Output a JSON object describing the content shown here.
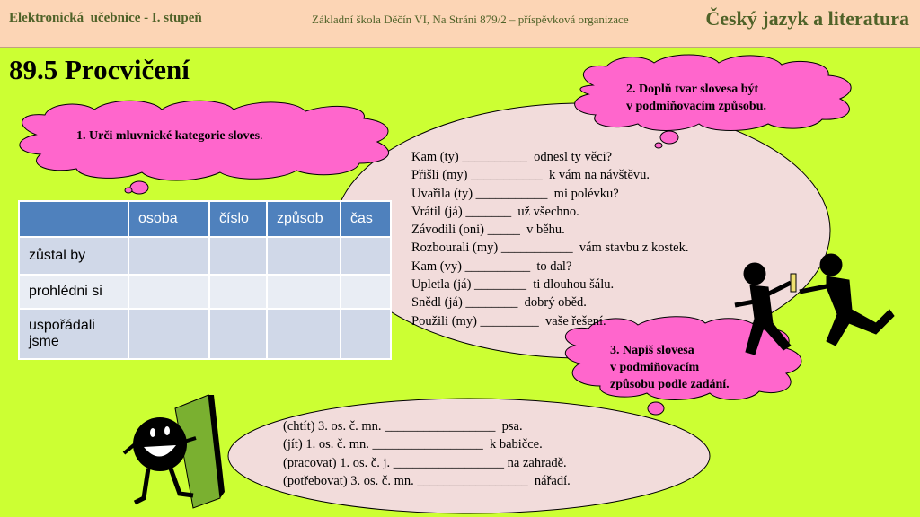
{
  "header": {
    "left": "Elektronická  učebnice - I. stupeň",
    "center": "Základní škola Děčín VI, Na Stráni 879/2  – příspěvková organizace",
    "right": "Český jazyk a literatura"
  },
  "page_title": "89.5 Procvičení",
  "task1": {
    "text": "1. Urči mluvnické kategorie sloves",
    "suffix": "."
  },
  "task2": {
    "line1": "2. Doplň tvar slovesa být",
    "line2": "v podmiňovacím způsobu."
  },
  "task3": {
    "line1": "3. Napiš slovesa",
    "line2": "v podmiňovacím",
    "line3": "způsobu podle zadání."
  },
  "table": {
    "headers": [
      "",
      "osoba",
      "číslo",
      "způsob",
      "čas"
    ],
    "rows": [
      "zůstal by",
      "prohlédni si",
      "uspořádali jsme"
    ]
  },
  "exercise2": [
    "Kam (ty) __________  odnesl ty věci?",
    "Přišli (my) ___________  k vám na návštěvu.",
    "Uvařila (ty) ___________  mi polévku?",
    "Vrátil (já) _______  už všechno.",
    "Závodili (oni) _____  v běhu.",
    "Rozbourali (my) ___________  vám stavbu z kostek.",
    "Kam (vy) __________  to dal?",
    "Upletla (já) ________  ti dlouhou šálu.",
    "Snědl (já) ________  dobrý oběd.",
    "Použili (my) _________  vaše řešení."
  ],
  "exercise3": [
    "(chtít) 3. os. č. mn. _________________  psa.",
    "(jít) 1. os. č. mn. _________________  k babičce.",
    "(pracovat) 1. os. č. j. _________________ na zahradě.",
    "(potřebovat) 3. os. č. mn. _________________  nářadí."
  ],
  "colors": {
    "background": "#ccff33",
    "cloud": "#ff66cc",
    "ellipse": "#f2dcdb",
    "header": "#fcd5b5",
    "table_header": "#4f81bd"
  }
}
